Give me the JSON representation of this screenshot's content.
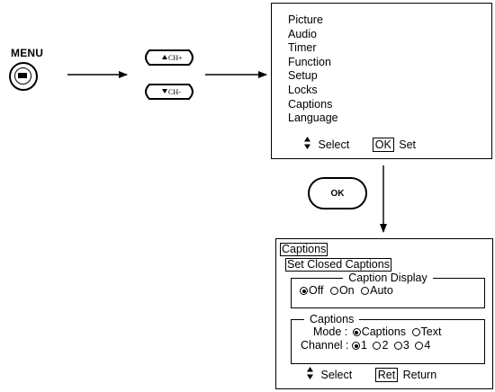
{
  "menu_button": {
    "label": "MENU"
  },
  "ch_buttons": {
    "up_label": "CH+",
    "down_label": "CH-"
  },
  "main_menu": {
    "items": [
      "Picture",
      "Audio",
      "Timer",
      "Function",
      "Setup",
      "Locks",
      "Captions",
      "Language"
    ],
    "footer": {
      "select_label": "Select",
      "ok_key": "OK",
      "set_label": "Set"
    }
  },
  "ok_button": {
    "label": "OK"
  },
  "captions_menu": {
    "title": "Captions",
    "subtitle": "Set Closed Captions",
    "caption_display": {
      "legend": "Caption Display",
      "options": [
        "Off",
        "On",
        "Auto"
      ],
      "selected": "Off"
    },
    "captions_group": {
      "legend": "Captions",
      "mode_label": "Mode :",
      "mode_options": [
        "Captions",
        "Text"
      ],
      "mode_selected": "Captions",
      "channel_label": "Channel :",
      "channel_options": [
        "1",
        "2",
        "3",
        "4"
      ],
      "channel_selected": "1"
    },
    "footer": {
      "select_label": "Select",
      "ret_key": "Ret",
      "return_label": "Return"
    }
  }
}
